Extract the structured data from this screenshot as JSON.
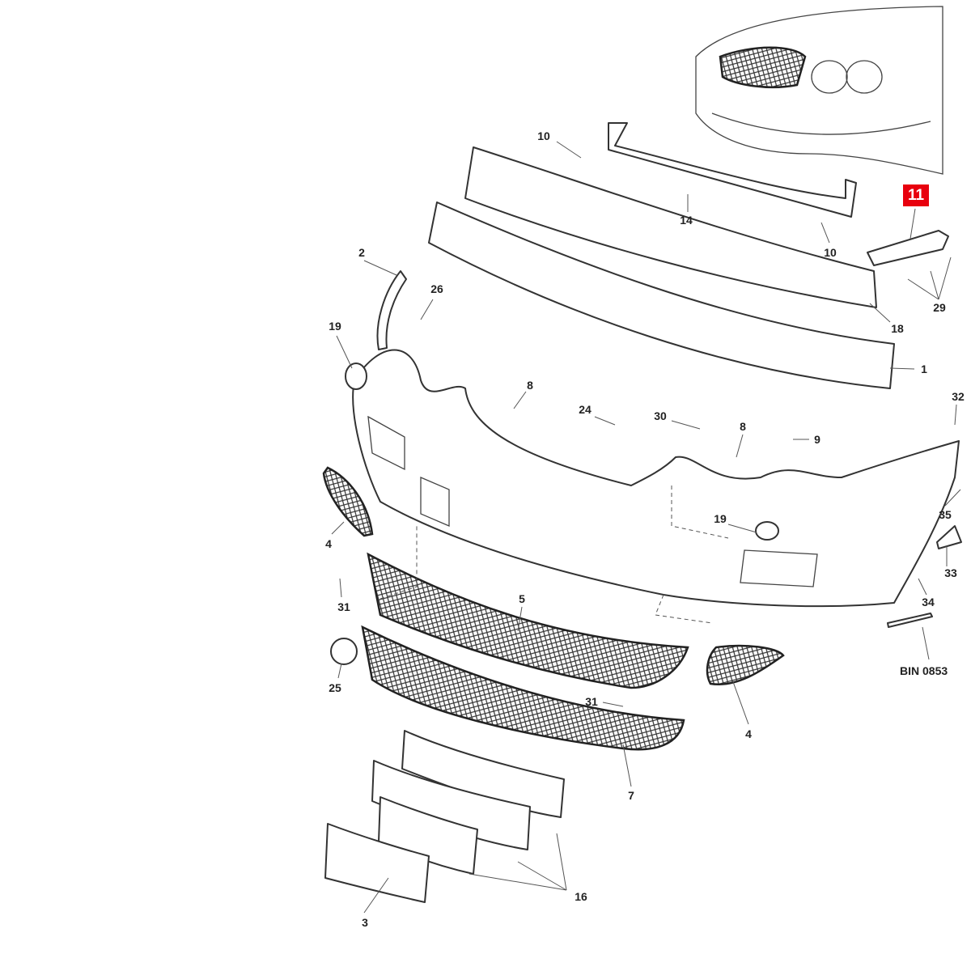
{
  "diagram": {
    "highlighted_part": "11",
    "highlight_color": "#e8000e",
    "reference_code": "BIN 0853",
    "part_labels": [
      "10",
      "14",
      "10",
      "29",
      "18",
      "1",
      "2",
      "26",
      "19",
      "8",
      "24",
      "30",
      "8",
      "9",
      "32",
      "35",
      "33",
      "34",
      "19",
      "4",
      "31",
      "5",
      "25",
      "31",
      "4",
      "7",
      "16",
      "3"
    ]
  }
}
